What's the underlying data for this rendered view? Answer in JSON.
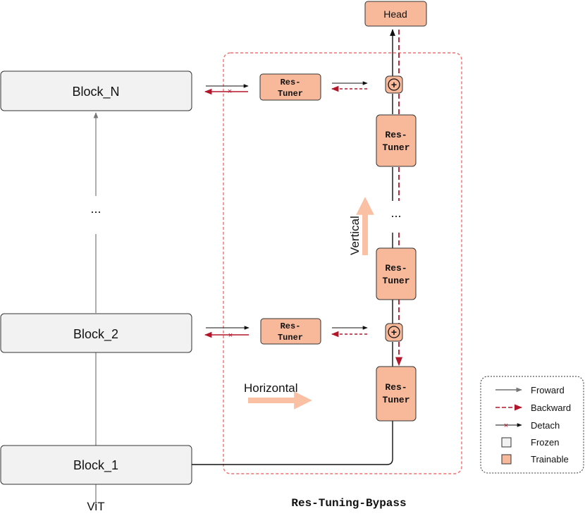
{
  "backbone": {
    "blocks": [
      "Block_N",
      "Block_2",
      "Block_1"
    ],
    "ellipsis": "...",
    "caption": "ViT"
  },
  "bypass": {
    "caption": "Res-Tuning-Bypass",
    "tuner_line1": "Res-",
    "tuner_line2": "Tuner",
    "head_label": "Head",
    "ellipsis": "...",
    "plus_symbol": "+",
    "vertical_label": "Vertical",
    "horizontal_label": "Horizontal"
  },
  "legend": {
    "items": [
      {
        "label": "Froward",
        "kind": "forward"
      },
      {
        "label": "Backward",
        "kind": "backward"
      },
      {
        "label": "Detach",
        "kind": "detach"
      },
      {
        "label": "Frozen",
        "kind": "frozen"
      },
      {
        "label": "Trainable",
        "kind": "trainable"
      }
    ]
  },
  "colors": {
    "frozen_fill": "#f2f2f2",
    "trainable_fill": "#f8b99a",
    "backward": "#b3162a",
    "bypass_border": "#f07070",
    "direction_arrow": "#f9c0a3",
    "forward": "#111111"
  }
}
